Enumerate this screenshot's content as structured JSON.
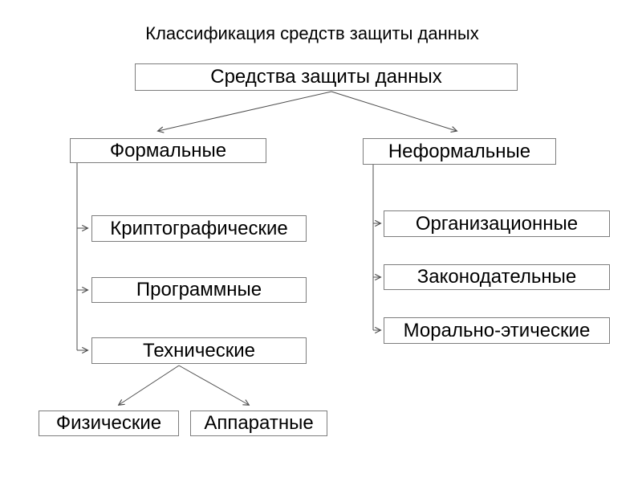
{
  "page": {
    "title": "Классификация средств защиты данных"
  },
  "diagram": {
    "nodes": {
      "root": {
        "label": "Средства защиты данных"
      },
      "formal": {
        "label": "Формальные"
      },
      "informal": {
        "label": "Неформальные"
      },
      "crypto": {
        "label": "Криптографические"
      },
      "software": {
        "label": "Программные"
      },
      "technical": {
        "label": "Технические"
      },
      "organizational": {
        "label": "Организационные"
      },
      "legislative": {
        "label": "Законодательные"
      },
      "moral": {
        "label": "Морально-этические"
      },
      "physical": {
        "label": "Физические"
      },
      "hardware": {
        "label": "Аппаратные"
      }
    },
    "edges": [
      {
        "from": "root",
        "to": "formal",
        "style": "diagonal-arrow"
      },
      {
        "from": "root",
        "to": "informal",
        "style": "diagonal-arrow"
      },
      {
        "from": "formal",
        "to": "crypto",
        "style": "elbow-arrow"
      },
      {
        "from": "formal",
        "to": "software",
        "style": "elbow-arrow"
      },
      {
        "from": "formal",
        "to": "technical",
        "style": "elbow-arrow"
      },
      {
        "from": "informal",
        "to": "organizational",
        "style": "elbow-arrow"
      },
      {
        "from": "informal",
        "to": "legislative",
        "style": "elbow-arrow"
      },
      {
        "from": "informal",
        "to": "moral",
        "style": "elbow-arrow"
      },
      {
        "from": "technical",
        "to": "physical",
        "style": "diagonal-arrow"
      },
      {
        "from": "technical",
        "to": "hardware",
        "style": "diagonal-arrow"
      }
    ],
    "colors": {
      "background": "#ffffff",
      "box_border": "#7d7d7d",
      "connector_line": "#4d4d4d",
      "text": "#000000"
    }
  }
}
